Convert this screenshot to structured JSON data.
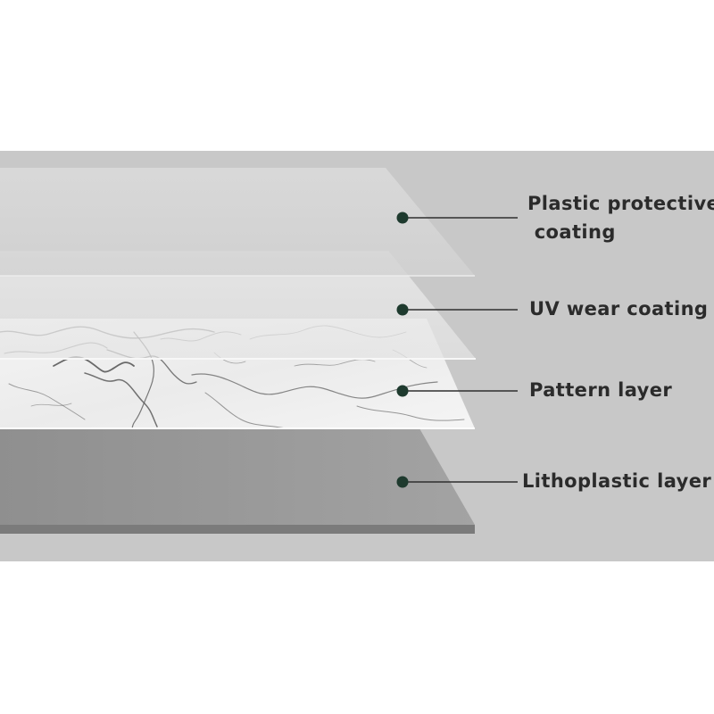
{
  "diagram": {
    "layers": [
      {
        "id": "plastic",
        "label": "Plastic protective\n coating"
      },
      {
        "id": "uv",
        "label": "UV wear coating"
      },
      {
        "id": "pattern",
        "label": "Pattern layer"
      },
      {
        "id": "litho",
        "label": "Lithoplastic layer"
      }
    ],
    "colors": {
      "backdrop": "#c8c8c8",
      "plastic_sheet": "#d7d7d7",
      "uv_sheet": "#e8e8e8",
      "marble_base": "#f1f1f1",
      "marble_vein": "#5a5a5a",
      "litho_top": "#9a9a9a",
      "litho_edge": "#7b7b7b",
      "callout_dot": "#1e3a2e",
      "callout_line": "#2f2f2f",
      "label_text": "#2b2b2b"
    }
  }
}
